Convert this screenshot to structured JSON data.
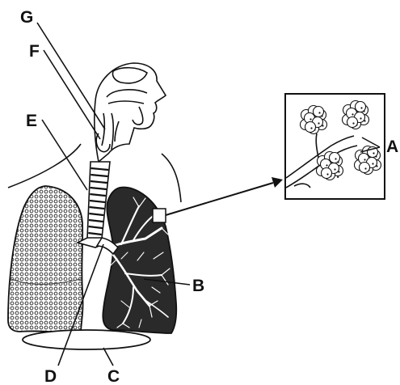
{
  "diagram": {
    "labels": {
      "A": "A",
      "B": "B",
      "C": "C",
      "D": "D",
      "E": "E",
      "F": "F",
      "G": "G"
    }
  },
  "colors": {
    "ink": "#111111",
    "lung_fill": "#2a2a2a",
    "background": "#ffffff"
  },
  "icons": {
    "alveoli_inset": "alveoli-cluster-icon",
    "zoom_arrow": "arrow-right-icon"
  }
}
